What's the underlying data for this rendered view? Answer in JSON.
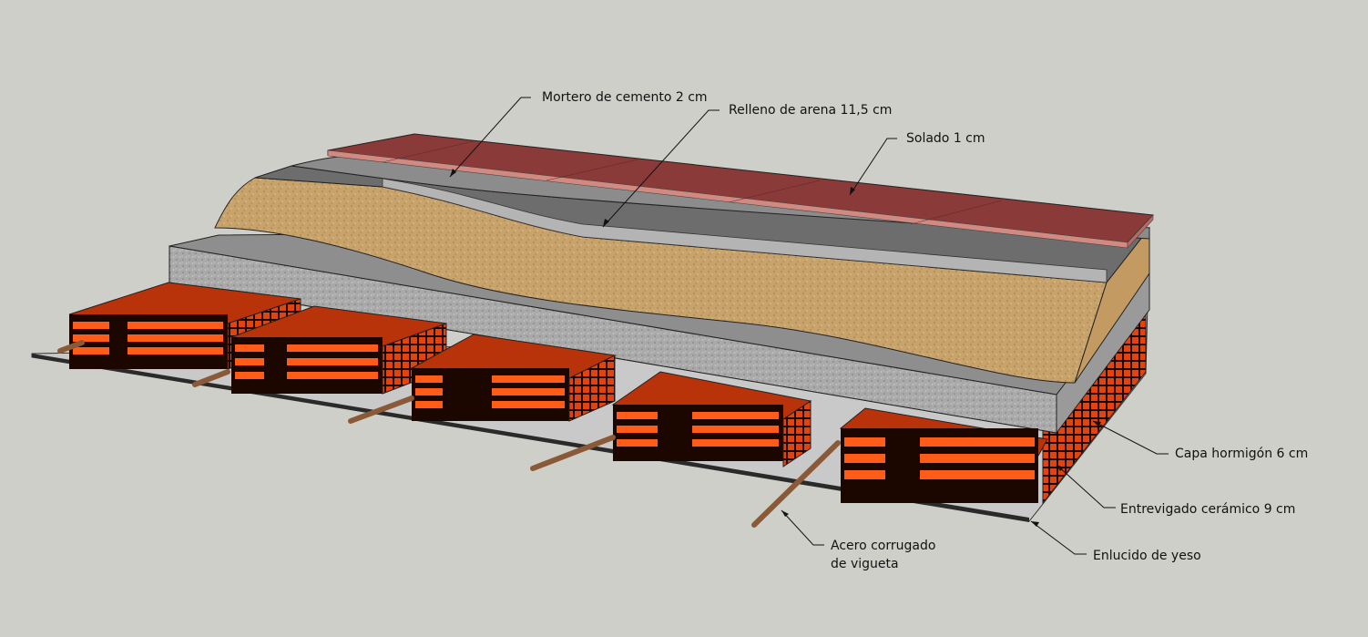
{
  "background_color": "#cfcfc9",
  "colors": {
    "tile": "#8a3a38",
    "tile_edge": "#c9837c",
    "mortar": "#8c8c8c",
    "sand": "#c9a36a",
    "concrete": "#a7a7a7",
    "brick": "#c8330c",
    "brick_light": "#ff6a22",
    "plaster": "#b9b9b9",
    "rebar": "#a0724e"
  },
  "labels": {
    "mortero": "Mortero de cemento 2 cm",
    "relleno": "Relleno de arena 11,5 cm",
    "solado": "Solado 1 cm",
    "capa_hormigon": "Capa hormigón 6 cm",
    "entrevigado": "Entrevigado cerámico 9 cm",
    "enlucido": "Enlucido de yeso",
    "acero_line1": "Acero corrugado",
    "acero_line2": "de vigueta"
  }
}
